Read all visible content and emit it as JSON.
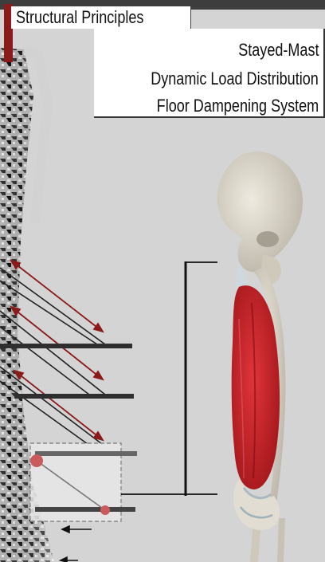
{
  "header": {
    "title": "Structural Principles"
  },
  "principles": [
    {
      "label": "Stayed-Mast"
    },
    {
      "label": "Dynamic Load Distribution"
    },
    {
      "label": "Floor Dampening System"
    }
  ],
  "colors": {
    "accent": "#8b1a1a",
    "arrow": "#8b1a1a",
    "muscle": "#c8222a",
    "bone": "#d9d4c6",
    "highlight_dot": "#c95a5e",
    "frame_dash": "#888888"
  },
  "icons": [
    "left-arrow-icon"
  ]
}
